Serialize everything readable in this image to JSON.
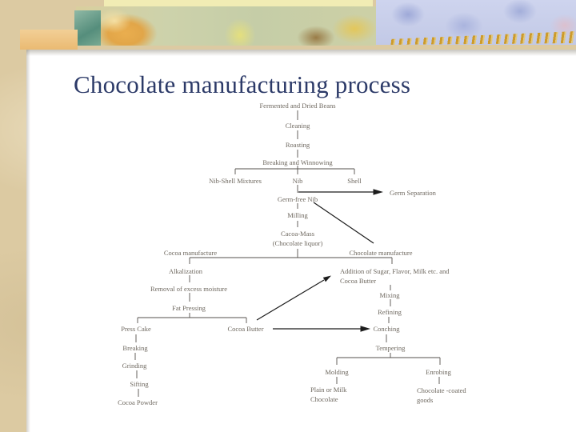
{
  "slide": {
    "title": "Chocolate manufacturing process"
  },
  "decorations": {
    "banner_left": "autumn-maple-leaves-collage",
    "banner_right": "blue-hydrangea-floral",
    "banner_overlay": "gold-wheat-sprig"
  },
  "colors": {
    "title_text": "#2c3a68",
    "flow_text": "#6e685f",
    "connector_line": "#55524c",
    "arrow": "#1c1c1c",
    "background_tan": "#dccaa2",
    "panel_white": "#ffffff",
    "accent_orange": "#eaba72",
    "accent_teal": "#4e8a7a",
    "accent_blue": "#c2c9e6",
    "accent_gold": "#ce9618"
  },
  "flowchart": {
    "nodes": {
      "beans": "Fermented and Dried Beans",
      "cleaning": "Cleaning",
      "roasting": "Roasting",
      "breaking_winnowing": "Breaking and Winnowing",
      "nib_shell_mixtures": "Nib-Shell Mixtures",
      "nib": "Nib",
      "shell": "Shell",
      "germ_separation": "Germ Separation",
      "germ_free_nib": "Germ-free Nib",
      "milling": "Milling",
      "cacao_mass": "Cacoa-Mass\n(Chocolate liquor)",
      "cocoa_manufacture": "Cocoa manufacture",
      "chocolate_manufacture": "Chocolate manufacture",
      "alkalization": "Alkalization",
      "removal": "Removal of excess moisture",
      "fat_pressing": "Fat Pressing",
      "press_cake": "Press Cake",
      "cocoa_butter": "Cocoa Butter",
      "breaking": "Breaking",
      "grinding": "Grinding",
      "sifting": "Sifting",
      "cocoa_powder": "Cocoa Powder",
      "addition": "Addition of Sugar, Flavor, Milk etc. and\nCocoa Butter",
      "mixing": "Mixing",
      "refining": "Refining",
      "conching": "Conching",
      "tempering": "Tempering",
      "molding": "Molding",
      "enrobing": "Enrobing",
      "plain_or_milk": "Plain or Milk\nChocolate",
      "chocolate_coated": "Chocolate -coated\ngoods"
    }
  }
}
